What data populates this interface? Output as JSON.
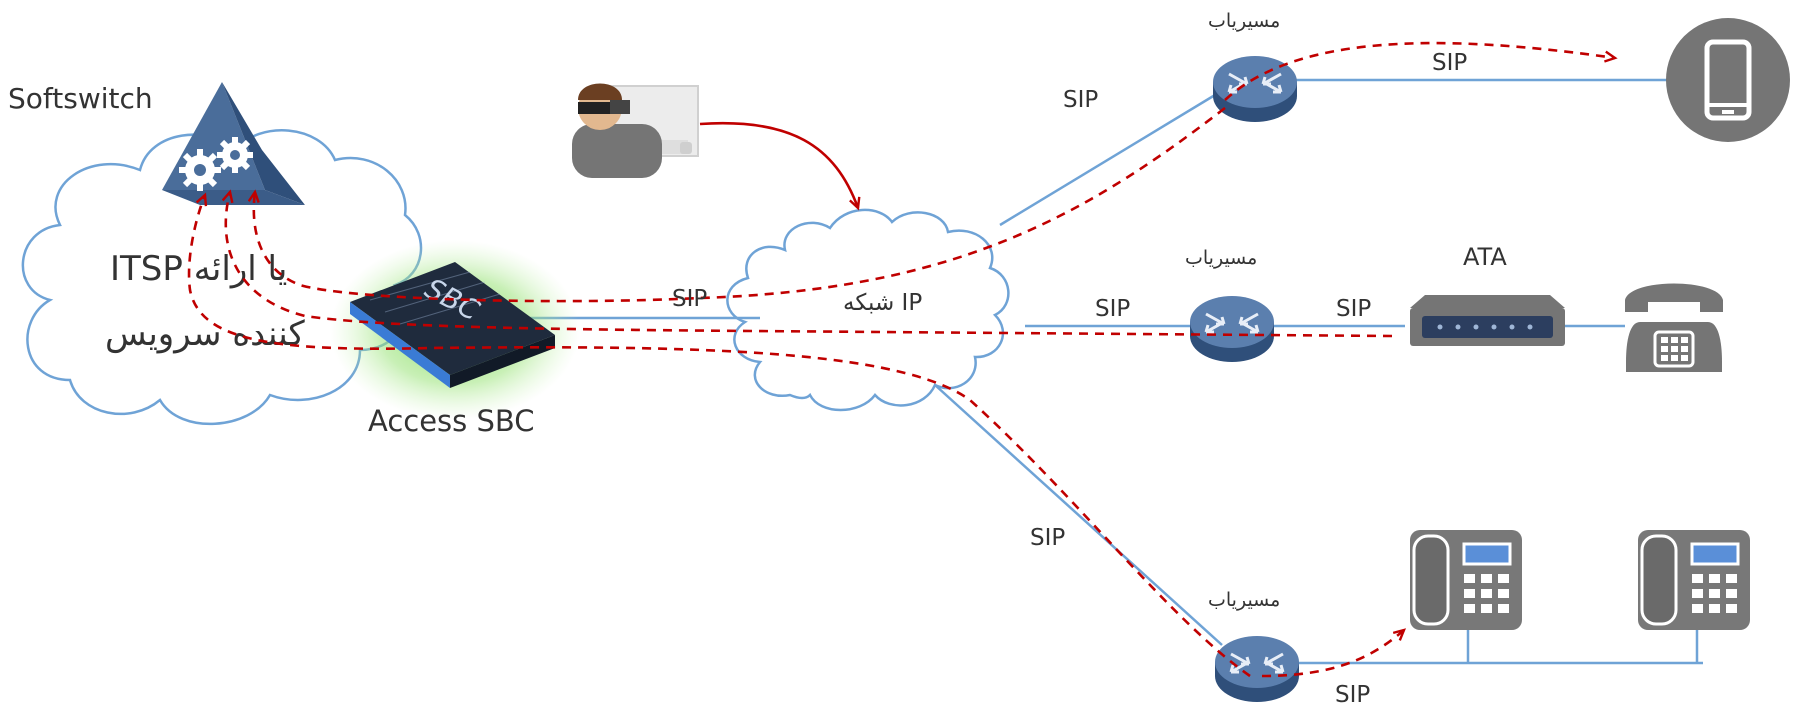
{
  "colors": {
    "link_blue": "#6fa3d6",
    "flow_red": "#c00000",
    "device_gray": "#757575",
    "router_blue": "#4a6d9a",
    "sbc_glow": "#7ed957"
  },
  "labels": {
    "softswitch": "Softswitch",
    "itsp_line1": "ITSP یا ارائه",
    "itsp_line2": "کننده سرویس",
    "access_sbc": "Access SBC",
    "sbc_face": "SBC",
    "ip_network": "شبکه IP",
    "router_top": "مسیریاب",
    "router_mid": "مسیریاب",
    "router_bottom": "مسیریاب",
    "ata": "ATA",
    "sip_sbc": "SIP",
    "sip_top_link": "SIP",
    "sip_top_phone": "SIP",
    "sip_mid_left": "SIP",
    "sip_mid_right": "SIP",
    "sip_bottom_link": "SIP",
    "sip_bottom_phone": "SIP"
  },
  "icons": {
    "softswitch": "softswitch-gears-icon",
    "attacker": "hacker-computer-icon",
    "router": "router-icon",
    "mobile": "mobile-phone-icon",
    "ata": "ata-adapter-icon",
    "analog_phone": "analog-phone-icon",
    "ip_phone": "ip-desk-phone-icon"
  }
}
